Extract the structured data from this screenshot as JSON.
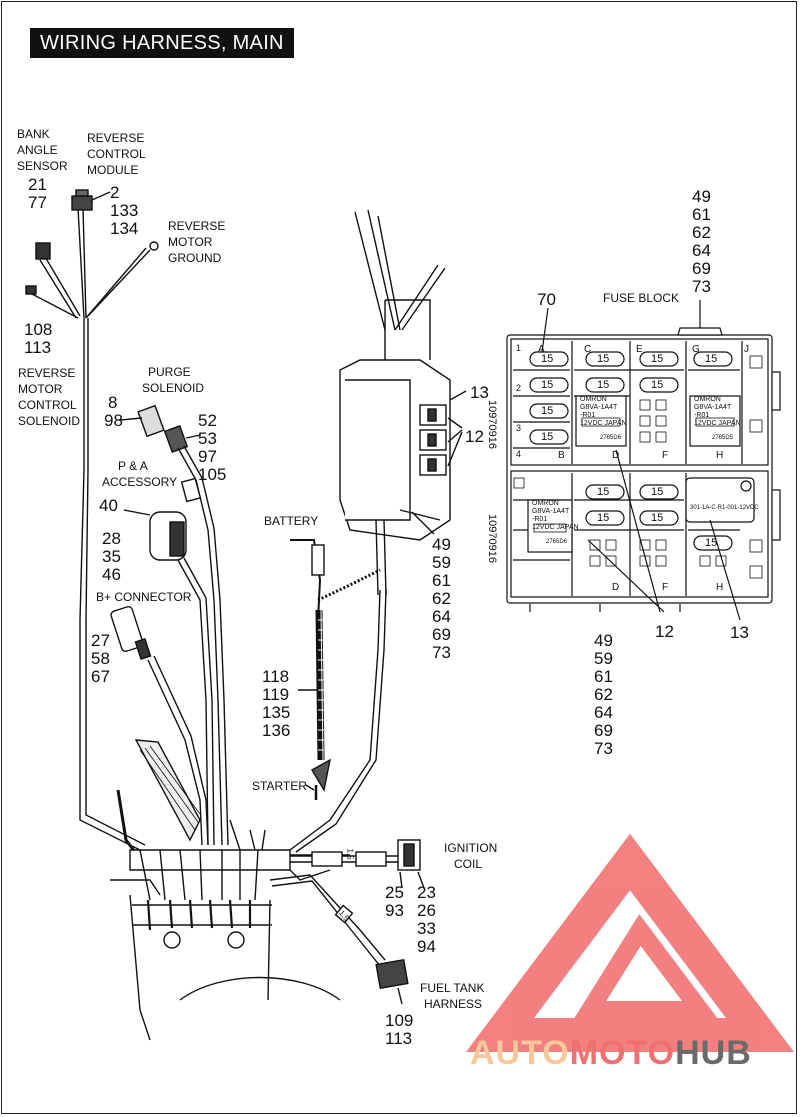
{
  "title": "WIRING HARNESS, MAIN",
  "labels": {
    "bank_angle_sensor": [
      "BANK",
      "ANGLE",
      "SENSOR"
    ],
    "reverse_control_module": [
      "REVERSE",
      "CONTROL",
      "MODULE"
    ],
    "reverse_motor_ground": [
      "REVERSE",
      "MOTOR",
      "GROUND"
    ],
    "reverse_motor_control_solenoid": [
      "REVERSE",
      "MOTOR",
      "CONTROL",
      "SOLENOID"
    ],
    "purge_solenoid": [
      "PURGE",
      "SOLENOID"
    ],
    "pa_accessory": [
      "P & A",
      "ACCESSORY"
    ],
    "b_plus_connector": "B+ CONNECTOR",
    "battery": "BATTERY",
    "starter": "STARTER",
    "ignition_coil": [
      "IGNITION",
      "COIL"
    ],
    "fuel_tank_harness": [
      "FUEL TANK",
      "HARNESS"
    ],
    "fuse_block": "FUSE BLOCK"
  },
  "callouts": {
    "bank_angle": [
      "21",
      "77"
    ],
    "reverse_module": [
      "2",
      "133",
      "134"
    ],
    "reverse_solenoid": [
      "108",
      "113"
    ],
    "purge_left": [
      "8",
      "98"
    ],
    "purge_right": [
      "52",
      "53",
      "97",
      "105"
    ],
    "accessory_40": "40",
    "accessory_stack": [
      "28",
      "35",
      "46"
    ],
    "b_plus": [
      "27",
      "58",
      "67"
    ],
    "starter_cable": [
      "118",
      "119",
      "135",
      "136"
    ],
    "relay_13": "13",
    "relay_12": "12",
    "fuse_mid": [
      "49",
      "59",
      "61",
      "62",
      "64",
      "69",
      "73"
    ],
    "fuse_top": [
      "49",
      "61",
      "62",
      "64",
      "69",
      "73"
    ],
    "fuse_70": "70",
    "fuse_bottom": [
      "49",
      "59",
      "61",
      "62",
      "64",
      "69",
      "73"
    ],
    "fuse_12": "12",
    "fuse_13": "13",
    "ignition_left": [
      "25",
      "93"
    ],
    "ignition_right": [
      "23",
      "26",
      "33",
      "94"
    ],
    "fuel_tank": [
      "109",
      "113"
    ]
  },
  "fuse_block": {
    "fuse_value": "15",
    "column_letters_top": [
      "A",
      "C",
      "E",
      "G",
      "J"
    ],
    "column_letters_bottom": [
      "B",
      "D",
      "F",
      "H"
    ],
    "row_numbers": [
      "1",
      "2",
      "3",
      "4"
    ],
    "part_number": "10970916",
    "relay_brand": "OMRON",
    "relay_model": [
      "G8VA-1A4T",
      "-R01"
    ],
    "relay_rating": "12VDC   JAPAN",
    "relay_code": "2765D6",
    "relay_code_b": "2765D5",
    "module_text": [
      "301-1A-C-R1-001-12VDC"
    ]
  },
  "wire_marks": {
    "ignition_size": "1.5",
    "fuel_size": "1.5"
  },
  "logo": {
    "part1": "AUTO",
    "part2": "MOTO",
    "part3": "HUB",
    "color_triangle": "#f26b6b",
    "color_auto": "#f5c79a",
    "color_moto": "#f07070",
    "color_hub": "#6a6a6a"
  }
}
